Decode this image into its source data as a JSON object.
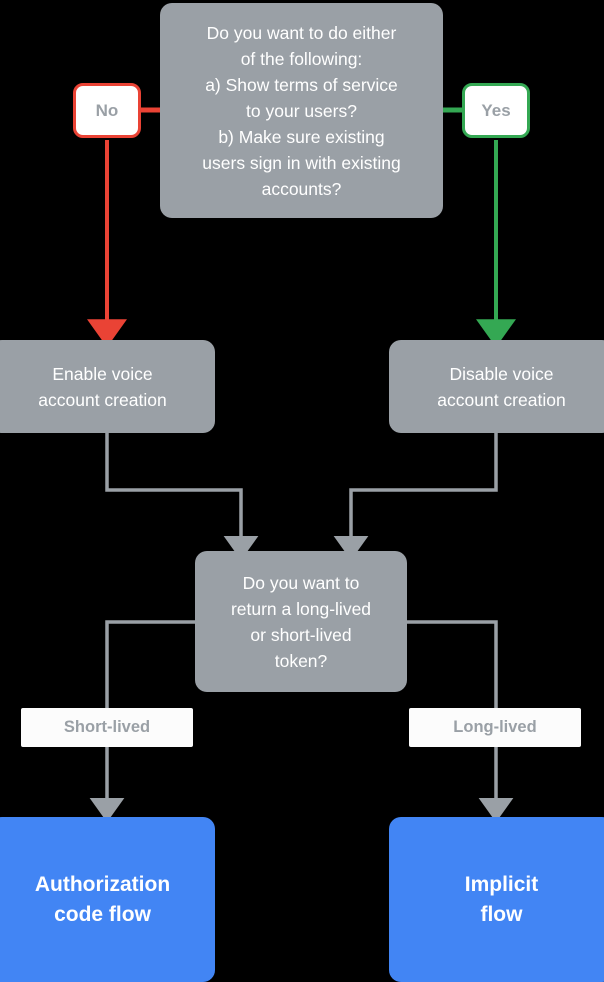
{
  "diagram": {
    "title": "Voice account linking decision flow",
    "colors": {
      "background": "#000000",
      "process": "#9aa0a6",
      "terminal": "#4285f4",
      "no_accent": "#ea4335",
      "yes_accent": "#34a853",
      "text_on_gray": "#ffffff",
      "label_text": "#9aa0a6",
      "label_chip_bg": "#fcfcfc",
      "connector": "#9aa0a6"
    },
    "nodes": {
      "question_top": {
        "text": "Do you want to do either\nof the following:\na) Show terms of service\nto your users?\nb) Make sure existing\nusers sign in with existing\naccounts?",
        "kind": "decision"
      },
      "branch_no": {
        "text": "No",
        "kind": "branch-label"
      },
      "branch_yes": {
        "text": "Yes",
        "kind": "branch-label"
      },
      "enable_voice": {
        "text": "Enable voice\naccount creation",
        "kind": "process"
      },
      "disable_voice": {
        "text": "Disable voice\naccount creation",
        "kind": "process"
      },
      "question_token": {
        "text": "Do you want to\nreturn a long-lived\nor short-lived\ntoken?",
        "kind": "decision"
      },
      "label_short": {
        "text": "Short-lived",
        "kind": "edge-label"
      },
      "label_long": {
        "text": "Long-lived",
        "kind": "edge-label"
      },
      "auth_code_flow": {
        "text": "Authorization\ncode flow",
        "kind": "terminal"
      },
      "implicit_flow": {
        "text": "Implicit\nflow",
        "kind": "terminal"
      }
    }
  }
}
